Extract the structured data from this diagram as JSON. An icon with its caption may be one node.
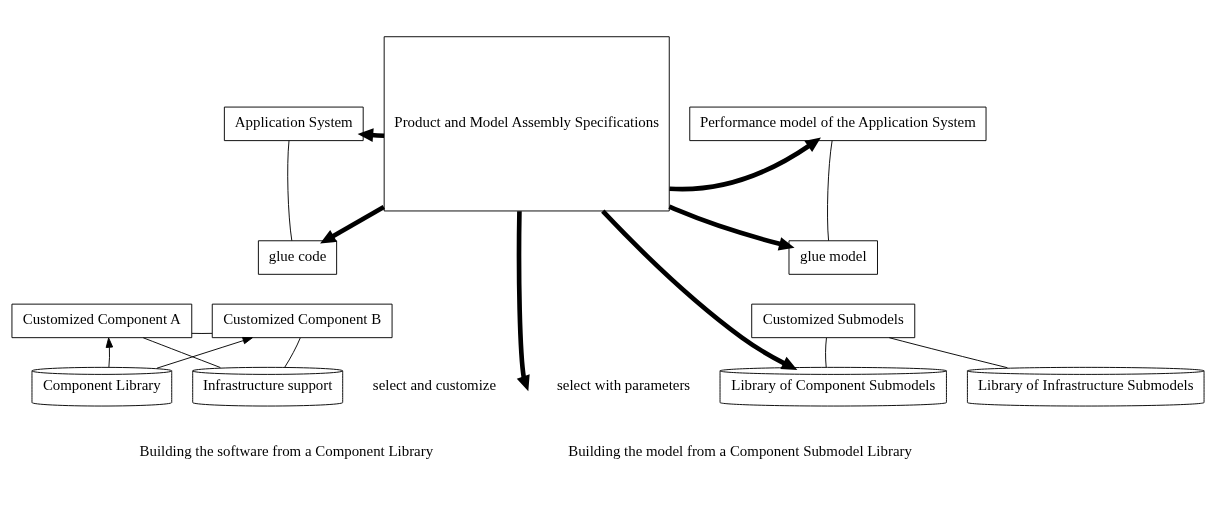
{
  "diagram": {
    "nodes": [
      {
        "text": [
          "Application System"
        ]
      },
      {
        "text": [
          "glue code"
        ]
      },
      {
        "text": [
          "Customized Component A"
        ]
      },
      {
        "text": [
          "Customized Component B"
        ]
      },
      {
        "text": [
          "Component Library"
        ]
      },
      {
        "text": [
          "Infrastructure support"
        ]
      },
      {
        "text": [
          "Product and Model Assembly Specifications"
        ]
      },
      {
        "text": [
          "Performance model of the Application System"
        ]
      },
      {
        "text": [
          "glue model"
        ]
      },
      {
        "text": [
          "Customized Submodels"
        ]
      },
      {
        "text": [
          "Library of Component Submodels"
        ]
      },
      {
        "text": [
          "Library of Infrastructure Submodels"
        ]
      }
    ],
    "edges": [
      {
        "from": 0,
        "to": 1,
        "arrow": "none"
      },
      {
        "from": 2,
        "to": 3,
        "arrow": "none"
      },
      {
        "from": 4,
        "to": 2,
        "arrow": "to"
      },
      {
        "from": 4,
        "to": 3,
        "arrow": "to"
      },
      {
        "from": 5,
        "to": 2,
        "arrow": "none"
      },
      {
        "from": 5,
        "to": 3,
        "arrow": "none"
      },
      {
        "from": 6,
        "to": 0,
        "arrow": "to",
        "style": "thick"
      },
      {
        "from": 6,
        "to": 1,
        "arrow": "to",
        "style": "thick"
      },
      {
        "from": 6,
        "to": null,
        "arrow": "to",
        "style": "thick"
      },
      {
        "from": 6,
        "to": 7,
        "arrow": "to",
        "style": "thick"
      },
      {
        "from": 6,
        "to": 8,
        "arrow": "to",
        "style": "thick"
      },
      {
        "from": 6,
        "to": 10,
        "arrow": "to",
        "style": "thick"
      },
      {
        "from": 7,
        "to": 8,
        "arrow": "none"
      },
      {
        "from": 9,
        "to": 10,
        "arrow": "none"
      },
      {
        "from": 9,
        "to": 11,
        "arrow": "none"
      }
    ],
    "labels": [
      "select and customize",
      "select with parameters",
      "Building the software from a Component Library",
      "Building the model from a Component Submodel Library"
    ]
  }
}
